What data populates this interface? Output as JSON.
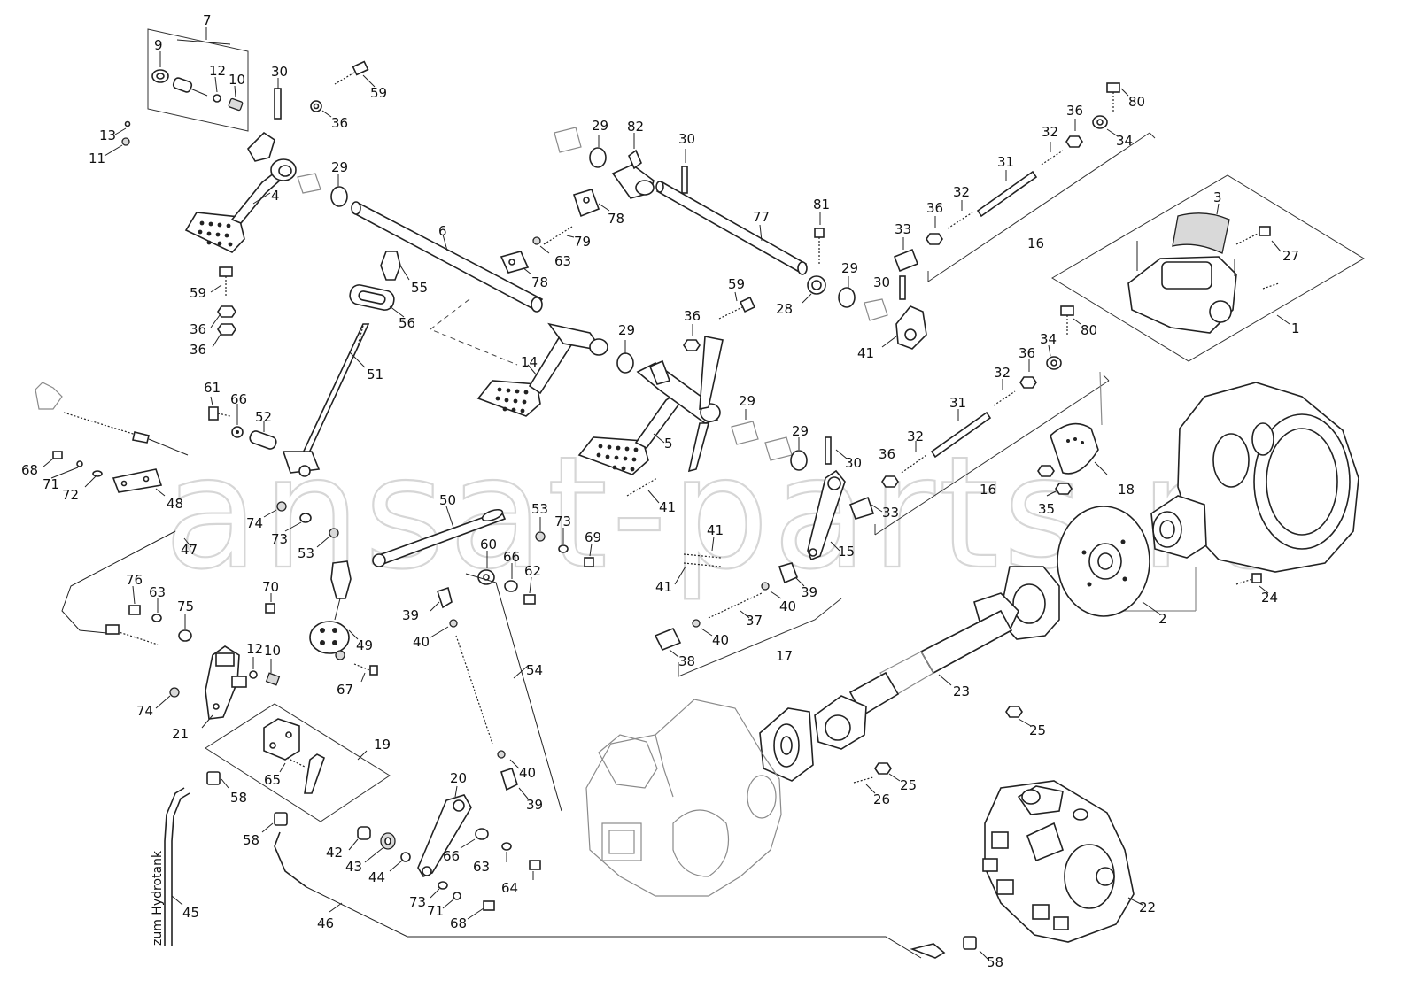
{
  "watermark": "ansat-parts.ru",
  "corner_mark": "",
  "side_label": "zum Hydrotank",
  "callouts": [
    {
      "id": "c7",
      "text": "7"
    },
    {
      "id": "c9",
      "text": "9"
    },
    {
      "id": "c12a",
      "text": "12"
    },
    {
      "id": "c10a",
      "text": "10"
    },
    {
      "id": "c13",
      "text": "13"
    },
    {
      "id": "c11",
      "text": "11"
    },
    {
      "id": "c30a",
      "text": "30"
    },
    {
      "id": "c59a",
      "text": "59"
    },
    {
      "id": "c36a",
      "text": "36"
    },
    {
      "id": "c29a",
      "text": "29"
    },
    {
      "id": "c4",
      "text": "4"
    },
    {
      "id": "c6",
      "text": "6"
    },
    {
      "id": "c59b",
      "text": "59"
    },
    {
      "id": "c36b",
      "text": "36"
    },
    {
      "id": "c36c",
      "text": "36"
    },
    {
      "id": "c55",
      "text": "55"
    },
    {
      "id": "c56",
      "text": "56"
    },
    {
      "id": "c51",
      "text": "51"
    },
    {
      "id": "c61",
      "text": "61"
    },
    {
      "id": "c66a",
      "text": "66"
    },
    {
      "id": "c52",
      "text": "52"
    },
    {
      "id": "c68a",
      "text": "68"
    },
    {
      "id": "c71a",
      "text": "71"
    },
    {
      "id": "c72",
      "text": "72"
    },
    {
      "id": "c48",
      "text": "48"
    },
    {
      "id": "c74a",
      "text": "74"
    },
    {
      "id": "c73a",
      "text": "73"
    },
    {
      "id": "c53a",
      "text": "53"
    },
    {
      "id": "c47",
      "text": "47"
    },
    {
      "id": "c29b",
      "text": "29"
    },
    {
      "id": "c82",
      "text": "82"
    },
    {
      "id": "c30b",
      "text": "30"
    },
    {
      "id": "c78a",
      "text": "78"
    },
    {
      "id": "c79",
      "text": "79"
    },
    {
      "id": "c63a",
      "text": "63"
    },
    {
      "id": "c78b",
      "text": "78"
    },
    {
      "id": "c77",
      "text": "77"
    },
    {
      "id": "c14",
      "text": "14"
    },
    {
      "id": "c29c",
      "text": "29"
    },
    {
      "id": "c36d",
      "text": "36"
    },
    {
      "id": "c59c",
      "text": "59"
    },
    {
      "id": "c5",
      "text": "5"
    },
    {
      "id": "c29d",
      "text": "29"
    },
    {
      "id": "c29e",
      "text": "29"
    },
    {
      "id": "c41a",
      "text": "41"
    },
    {
      "id": "c50",
      "text": "50"
    },
    {
      "id": "c53b",
      "text": "53"
    },
    {
      "id": "c73b",
      "text": "73"
    },
    {
      "id": "c69",
      "text": "69"
    },
    {
      "id": "c60",
      "text": "60"
    },
    {
      "id": "c66b",
      "text": "66"
    },
    {
      "id": "c62",
      "text": "62"
    },
    {
      "id": "c41b",
      "text": "41"
    },
    {
      "id": "c41c",
      "text": "41"
    },
    {
      "id": "c76",
      "text": "76"
    },
    {
      "id": "c63b",
      "text": "63"
    },
    {
      "id": "c75",
      "text": "75"
    },
    {
      "id": "c70",
      "text": "70"
    },
    {
      "id": "c49",
      "text": "49"
    },
    {
      "id": "c12b",
      "text": "12"
    },
    {
      "id": "c10b",
      "text": "10"
    },
    {
      "id": "c67",
      "text": "67"
    },
    {
      "id": "c74b",
      "text": "74"
    },
    {
      "id": "c21",
      "text": "21"
    },
    {
      "id": "c19",
      "text": "19"
    },
    {
      "id": "c39a",
      "text": "39"
    },
    {
      "id": "c40a",
      "text": "40"
    },
    {
      "id": "c54",
      "text": "54"
    },
    {
      "id": "c40b",
      "text": "40"
    },
    {
      "id": "c39b",
      "text": "39"
    },
    {
      "id": "c65",
      "text": "65"
    },
    {
      "id": "c58a",
      "text": "58"
    },
    {
      "id": "c20",
      "text": "20"
    },
    {
      "id": "c58b",
      "text": "58"
    },
    {
      "id": "c42",
      "text": "42"
    },
    {
      "id": "c43",
      "text": "43"
    },
    {
      "id": "c44",
      "text": "44"
    },
    {
      "id": "c66c",
      "text": "66"
    },
    {
      "id": "c63c",
      "text": "63"
    },
    {
      "id": "c64",
      "text": "64"
    },
    {
      "id": "c73c",
      "text": "73"
    },
    {
      "id": "c71b",
      "text": "71"
    },
    {
      "id": "c68b",
      "text": "68"
    },
    {
      "id": "c45",
      "text": "45"
    },
    {
      "id": "c46",
      "text": "46"
    },
    {
      "id": "c58c",
      "text": "58"
    },
    {
      "id": "c81",
      "text": "81"
    },
    {
      "id": "c28",
      "text": "28"
    },
    {
      "id": "c29f",
      "text": "29"
    },
    {
      "id": "c33a",
      "text": "33"
    },
    {
      "id": "c30c",
      "text": "30"
    },
    {
      "id": "c41d",
      "text": "41"
    },
    {
      "id": "c36e",
      "text": "36"
    },
    {
      "id": "c32a",
      "text": "32"
    },
    {
      "id": "c31a",
      "text": "31"
    },
    {
      "id": "c32b",
      "text": "32"
    },
    {
      "id": "c36f",
      "text": "36"
    },
    {
      "id": "c80a",
      "text": "80"
    },
    {
      "id": "c34a",
      "text": "34"
    },
    {
      "id": "c16a",
      "text": "16"
    },
    {
      "id": "c3",
      "text": "3"
    },
    {
      "id": "c27",
      "text": "27"
    },
    {
      "id": "c1",
      "text": "1"
    },
    {
      "id": "c80b",
      "text": "80"
    },
    {
      "id": "c34b",
      "text": "34"
    },
    {
      "id": "c36g",
      "text": "36"
    },
    {
      "id": "c32c",
      "text": "32"
    },
    {
      "id": "c31b",
      "text": "31"
    },
    {
      "id": "c32d",
      "text": "32"
    },
    {
      "id": "c36h",
      "text": "36"
    },
    {
      "id": "c30d",
      "text": "30"
    },
    {
      "id": "c16b",
      "text": "16"
    },
    {
      "id": "c33b",
      "text": "33"
    },
    {
      "id": "c15",
      "text": "15"
    },
    {
      "id": "c18",
      "text": "18"
    },
    {
      "id": "c35",
      "text": "35"
    },
    {
      "id": "c39c",
      "text": "39"
    },
    {
      "id": "c40c",
      "text": "40"
    },
    {
      "id": "c37",
      "text": "37"
    },
    {
      "id": "c40d",
      "text": "40"
    },
    {
      "id": "c38",
      "text": "38"
    },
    {
      "id": "c17",
      "text": "17"
    },
    {
      "id": "c2",
      "text": "2"
    },
    {
      "id": "c24",
      "text": "24"
    },
    {
      "id": "c23",
      "text": "23"
    },
    {
      "id": "c25a",
      "text": "25"
    },
    {
      "id": "c25b",
      "text": "25"
    },
    {
      "id": "c26",
      "text": "26"
    },
    {
      "id": "c22",
      "text": "22"
    }
  ]
}
